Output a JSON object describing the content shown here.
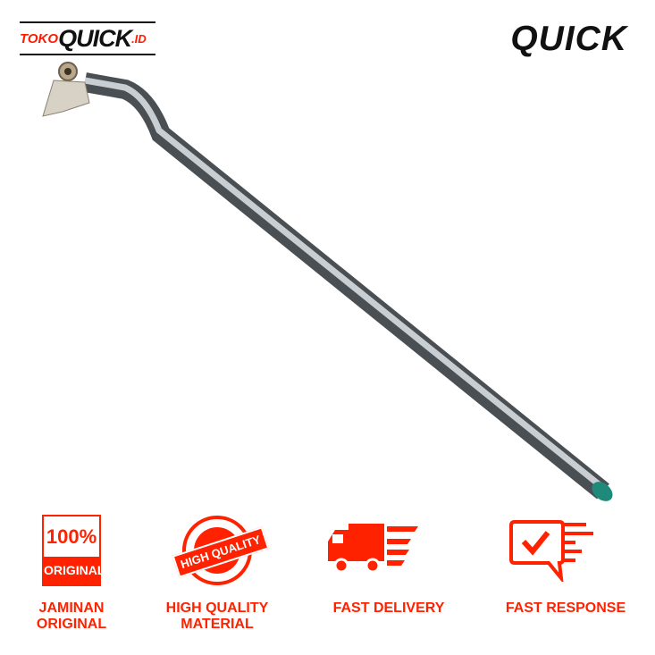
{
  "header": {
    "store_logo": {
      "prefix": "TOKO",
      "name": "QUICK",
      "suffix": ".ID"
    },
    "brand_logo": "QUICK"
  },
  "colors": {
    "accent": "#ff2200",
    "logo_black": "#111111"
  },
  "badges": [
    {
      "icon": "original-badge-icon",
      "icon_text_top": "100%",
      "icon_text_bottom": "ORIGINAL",
      "line1": "JAMINAN",
      "line2": "ORIGINAL"
    },
    {
      "icon": "high-quality-stamp-icon",
      "icon_text": "HIGH QUALITY",
      "line1": "HIGH QUALITY",
      "line2": "MATERIAL"
    },
    {
      "icon": "delivery-truck-icon",
      "line1": "FAST DELIVERY",
      "line2": ""
    },
    {
      "icon": "chat-check-icon",
      "line1": "FAST RESPONSE",
      "line2": ""
    }
  ]
}
